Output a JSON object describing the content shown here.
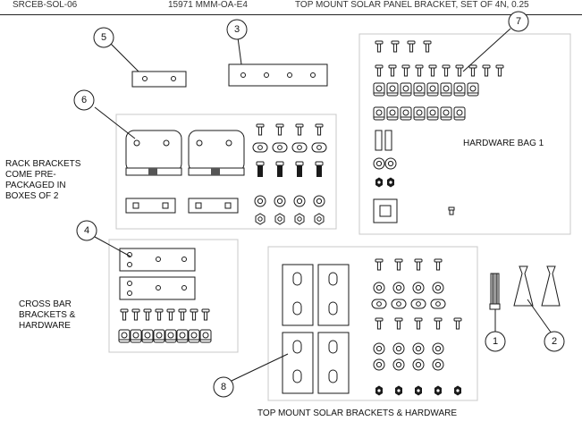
{
  "header": {
    "cells": [
      "SRCEB-SOL-06",
      "15971 MMM-OA-E4",
      "TOP MOUNT SOLAR PANEL BRACKET, SET OF 4N, 0.25"
    ]
  },
  "callouts": [
    "1",
    "2",
    "3",
    "4",
    "5",
    "6",
    "7",
    "8"
  ],
  "labels": {
    "rack_brackets": [
      "RACK BRACKETS",
      "COME PRE-",
      "PACKAGED IN",
      "BOXES OF 2"
    ],
    "hardware_bag": "HARDWARE BAG 1",
    "cross_bar": [
      "CROSS BAR",
      "BRACKETS &",
      "HARDWARE"
    ],
    "top_mount": "TOP MOUNT SOLAR BRACKETS & HARDWARE"
  },
  "colors": {
    "line": "#1a1a1a",
    "box": "#c8c8c8",
    "nut": "#222222"
  }
}
